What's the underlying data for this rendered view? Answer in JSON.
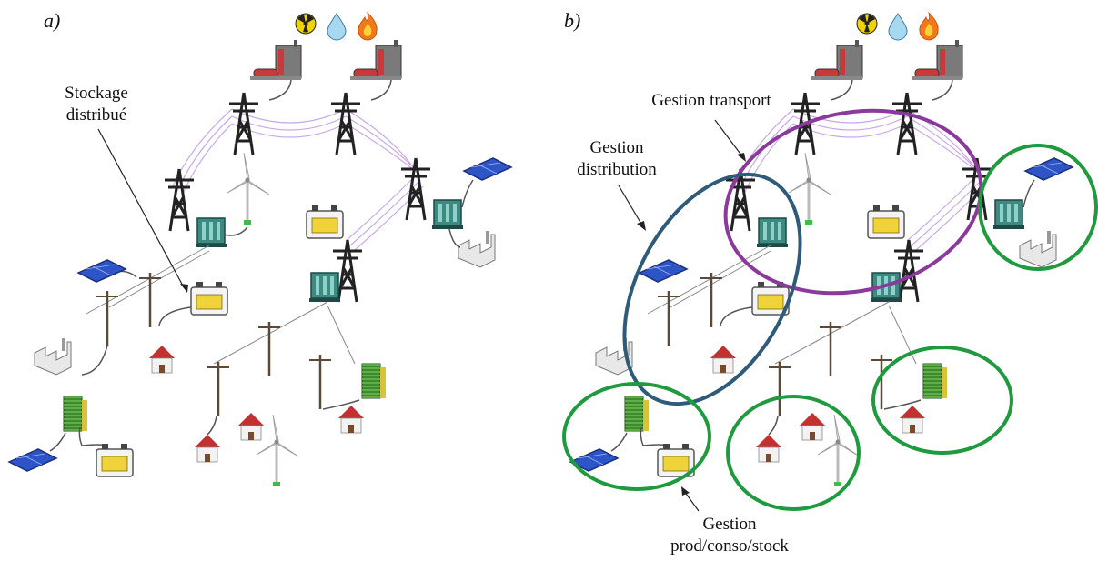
{
  "panels": [
    {
      "label": "a)"
    },
    {
      "label": "b)"
    }
  ],
  "annotations": {
    "stockage": [
      "Stockage",
      "distribué"
    ],
    "transport": "Gestion transport",
    "distribution": [
      "Gestion",
      "distribution"
    ],
    "prod": [
      "Gestion",
      "prod/conso/stock"
    ]
  },
  "source_icons": [
    "nuclear-icon",
    "water-drop-icon",
    "flame-icon"
  ],
  "colors": {
    "transport_ring": "#8a3a9a",
    "distribution_ring": "#2f5a78",
    "local_ring": "#1f9a3f",
    "power_line": "#c9a8e6"
  }
}
